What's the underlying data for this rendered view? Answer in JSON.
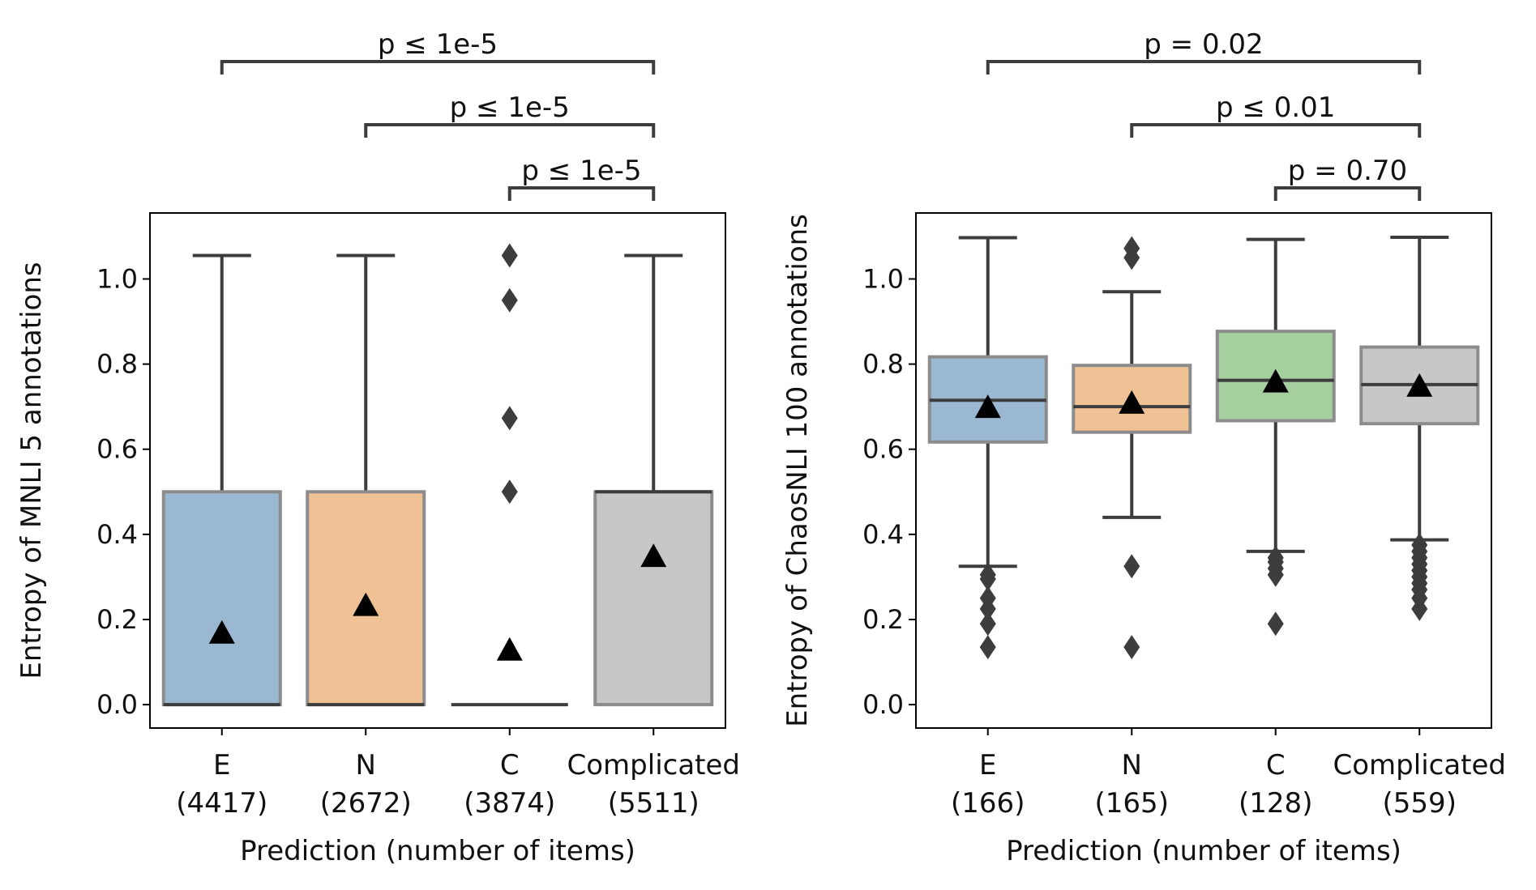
{
  "chart_data": [
    {
      "type": "box",
      "ylabel": "Entropy of MNLI 5 annotations",
      "xlabel": "Prediction (number of items)",
      "ylim": [
        -0.055,
        1.155
      ],
      "yticks": [
        0.0,
        0.2,
        0.4,
        0.6,
        0.8,
        1.0
      ],
      "ytick_labels": [
        "0.0",
        "0.2",
        "0.4",
        "0.6",
        "0.8",
        "1.0"
      ],
      "grid": false,
      "legend": "none",
      "categories": [
        {
          "name": "E",
          "count_label": "(4417)",
          "color": "#9ab8d1",
          "q1": 0.0,
          "median": 0.0,
          "q3": 0.5,
          "whisker_low": 0.0,
          "whisker_high": 1.055,
          "mean": 0.17,
          "fliers": []
        },
        {
          "name": "N",
          "count_label": "(2672)",
          "color": "#efc194",
          "q1": 0.0,
          "median": 0.0,
          "q3": 0.5,
          "whisker_low": 0.0,
          "whisker_high": 1.055,
          "mean": 0.235,
          "fliers": []
        },
        {
          "name": "C",
          "count_label": "(3874)",
          "color": "#a6cfa0",
          "q1": 0.0,
          "median": 0.0,
          "q3": 0.0,
          "whisker_low": 0.0,
          "whisker_high": 0.0,
          "mean": 0.13,
          "fliers": [
            1.055,
            0.95,
            0.673,
            0.5
          ]
        },
        {
          "name": "Complicated",
          "count_label": "(5511)",
          "color": "#c7c7c7",
          "q1": 0.0,
          "median": 0.5,
          "q3": 0.5,
          "whisker_low": 0.0,
          "whisker_high": 1.055,
          "mean": 0.35,
          "fliers": []
        }
      ],
      "brackets": [
        {
          "from": 0,
          "to": 3,
          "label": "p ≤ 1e-5"
        },
        {
          "from": 1,
          "to": 3,
          "label": "p ≤ 1e-5"
        },
        {
          "from": 2,
          "to": 3,
          "label": "p ≤ 1e-5"
        }
      ]
    },
    {
      "type": "box",
      "ylabel": "Entropy of ChaosNLI 100 annotations",
      "xlabel": "Prediction (number of items)",
      "ylim": [
        -0.055,
        1.155
      ],
      "yticks": [
        0.0,
        0.2,
        0.4,
        0.6,
        0.8,
        1.0
      ],
      "ytick_labels": [
        "0.0",
        "0.2",
        "0.4",
        "0.6",
        "0.8",
        "1.0"
      ],
      "grid": false,
      "legend": "none",
      "categories": [
        {
          "name": "E",
          "count_label": "(166)",
          "color": "#9ab8d1",
          "q1": 0.617,
          "median": 0.715,
          "q3": 0.817,
          "whisker_low": 0.325,
          "whisker_high": 1.097,
          "mean": 0.7,
          "fliers": [
            0.305,
            0.295,
            0.25,
            0.225,
            0.19,
            0.135
          ]
        },
        {
          "name": "N",
          "count_label": "(165)",
          "color": "#efc194",
          "q1": 0.64,
          "median": 0.7,
          "q3": 0.797,
          "whisker_low": 0.44,
          "whisker_high": 0.97,
          "mean": 0.71,
          "fliers": [
            1.072,
            1.05,
            0.325,
            0.135
          ]
        },
        {
          "name": "C",
          "count_label": "(128)",
          "color": "#a6cfa0",
          "q1": 0.667,
          "median": 0.762,
          "q3": 0.877,
          "whisker_low": 0.36,
          "whisker_high": 1.093,
          "mean": 0.76,
          "fliers": [
            0.345,
            0.335,
            0.32,
            0.305,
            0.19
          ]
        },
        {
          "name": "Complicated",
          "count_label": "(559)",
          "color": "#c7c7c7",
          "q1": 0.66,
          "median": 0.752,
          "q3": 0.84,
          "whisker_low": 0.387,
          "whisker_high": 1.098,
          "mean": 0.75,
          "fliers": [
            0.375,
            0.36,
            0.345,
            0.33,
            0.315,
            0.3,
            0.285,
            0.27,
            0.25,
            0.225
          ]
        }
      ],
      "brackets": [
        {
          "from": 0,
          "to": 3,
          "label": "p = 0.02"
        },
        {
          "from": 1,
          "to": 3,
          "label": "p ≤ 0.01"
        },
        {
          "from": 2,
          "to": 3,
          "label": "p = 0.70"
        }
      ]
    }
  ]
}
